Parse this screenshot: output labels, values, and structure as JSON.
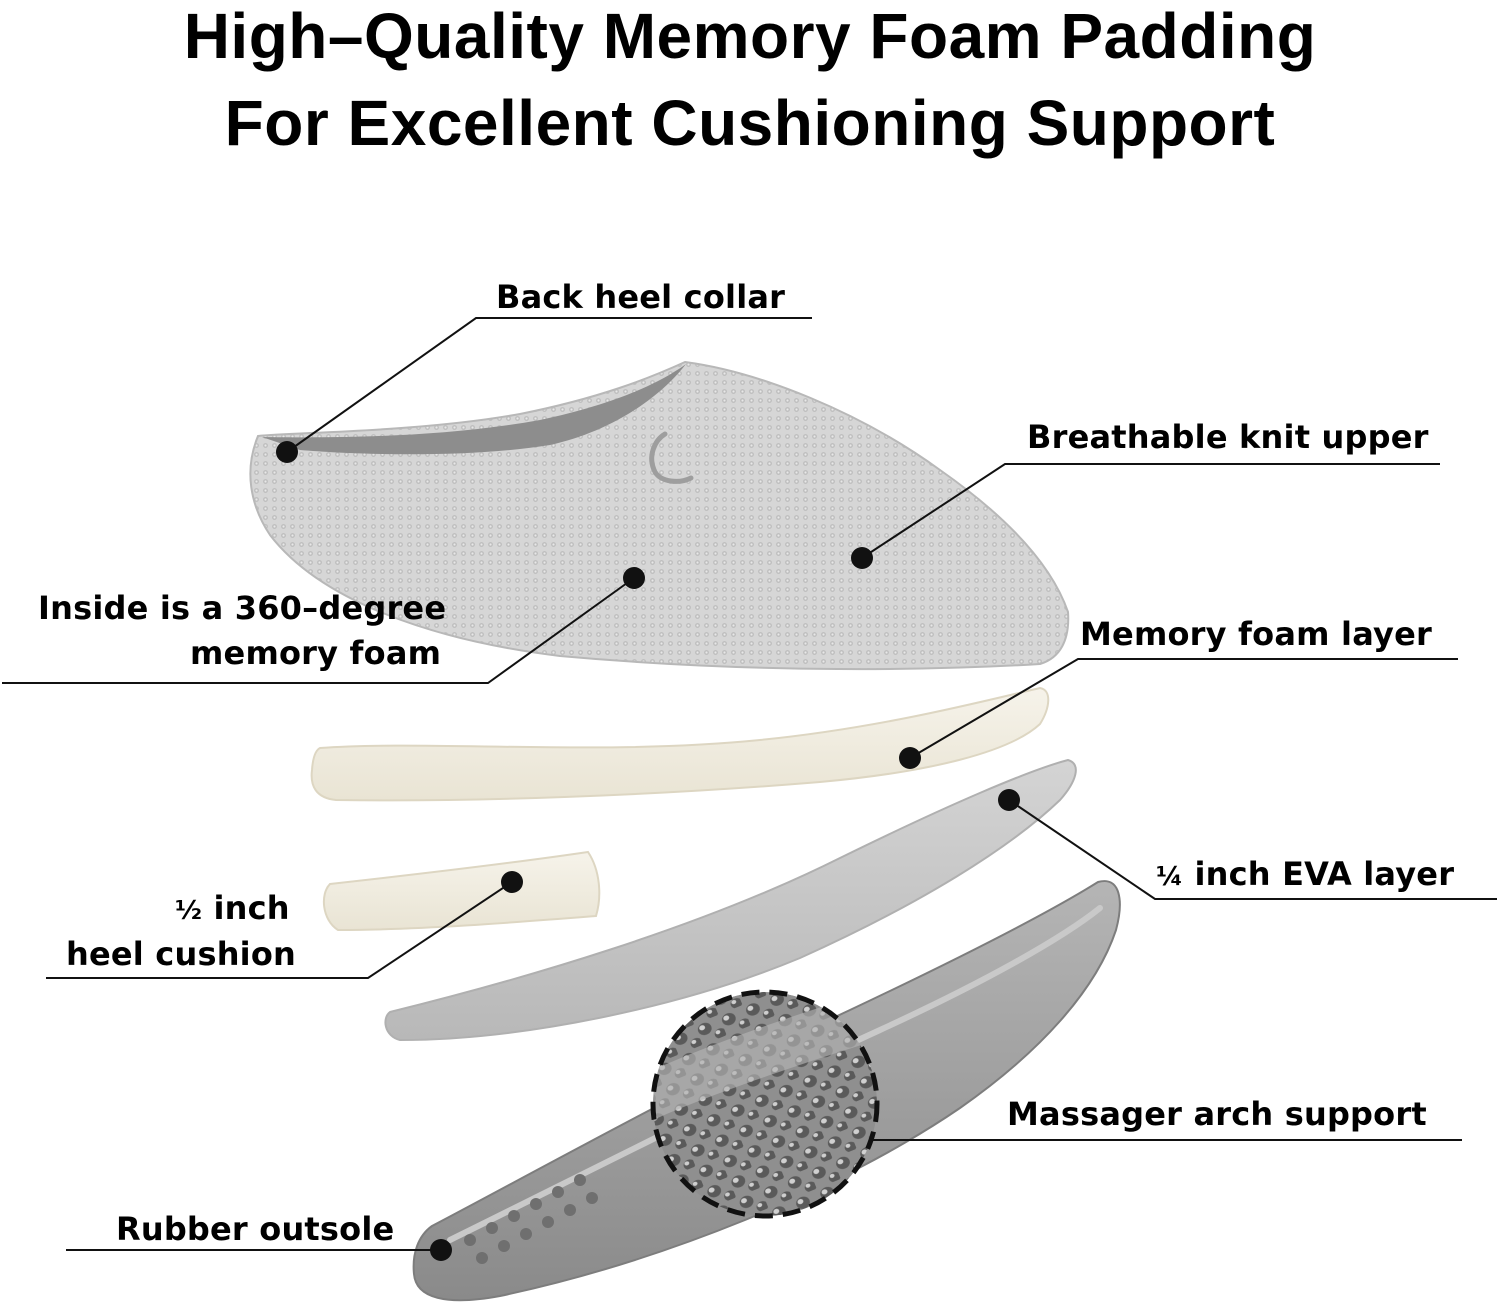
{
  "title": {
    "line1": "High–Quality Memory Foam Padding",
    "line2": "For Excellent Cushioning Support"
  },
  "labels": {
    "back_heel_collar": "Back heel collar",
    "breathable_knit_upper": "Breathable knit upper",
    "inside_foam_line1": "Inside is a 360–degree",
    "inside_foam_line2": "memory foam",
    "memory_foam_layer": "Memory foam layer",
    "eva_layer_fraction": "¼",
    "eva_layer_text": "inch EVA layer",
    "heel_cushion_fraction": "½",
    "heel_cushion_text": "inch",
    "heel_cushion_line2": "heel cushion",
    "massager_arch_support": "Massager arch support",
    "rubber_outsole": "Rubber outsole"
  },
  "colors": {
    "text": "#000000",
    "knit_upper": "#d2d2d2",
    "memory_foam": "#f1ede1",
    "eva": "#c7c7c7",
    "outsole": "#a3a3a3"
  }
}
